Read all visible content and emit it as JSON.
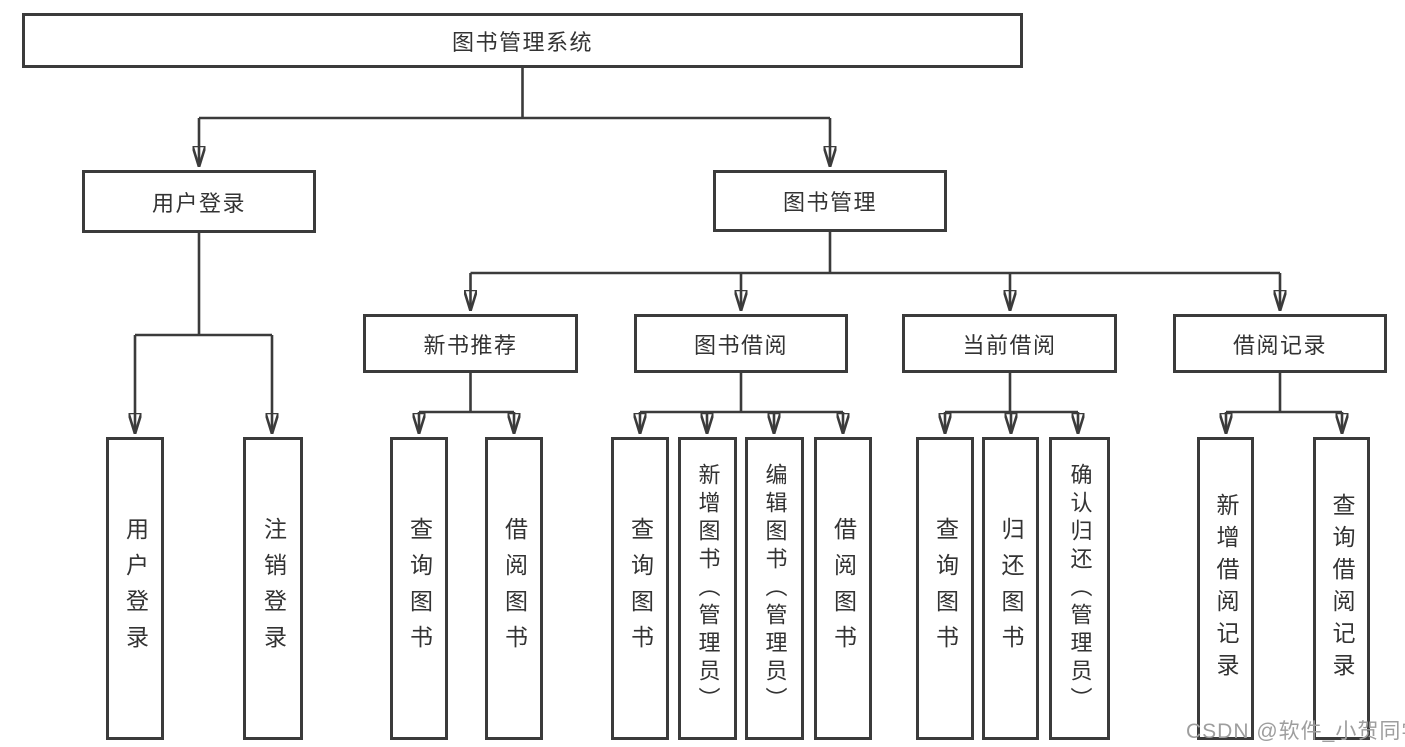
{
  "page": {
    "background": "#ffffff"
  },
  "colors": {
    "line": "#3b3b3b",
    "box_border": "#3b3b3b",
    "text": "#333333",
    "watermark": "#9e9e9e"
  },
  "watermark": {
    "text": "CSDN @软件_小贺同学"
  },
  "tree": {
    "root": {
      "label": "图书管理系统",
      "children": [
        {
          "label": "用户登录",
          "children": [
            {
              "label": "用户登录"
            },
            {
              "label": "注销登录"
            }
          ]
        },
        {
          "label": "图书管理",
          "children": [
            {
              "label": "新书推荐",
              "children": [
                {
                  "label": "查询图书"
                },
                {
                  "label": "借阅图书"
                }
              ]
            },
            {
              "label": "图书借阅",
              "children": [
                {
                  "label": "查询图书"
                },
                {
                  "label": "新增图书（管理员）"
                },
                {
                  "label": "编辑图书（管理员）"
                },
                {
                  "label": "借阅图书"
                }
              ]
            },
            {
              "label": "当前借阅",
              "children": [
                {
                  "label": "查询图书"
                },
                {
                  "label": "归还图书"
                },
                {
                  "label": "确认归还（管理员）"
                }
              ]
            },
            {
              "label": "借阅记录",
              "children": [
                {
                  "label": "新增借阅记录"
                },
                {
                  "label": "查询借阅记录"
                }
              ]
            }
          ]
        }
      ]
    }
  }
}
